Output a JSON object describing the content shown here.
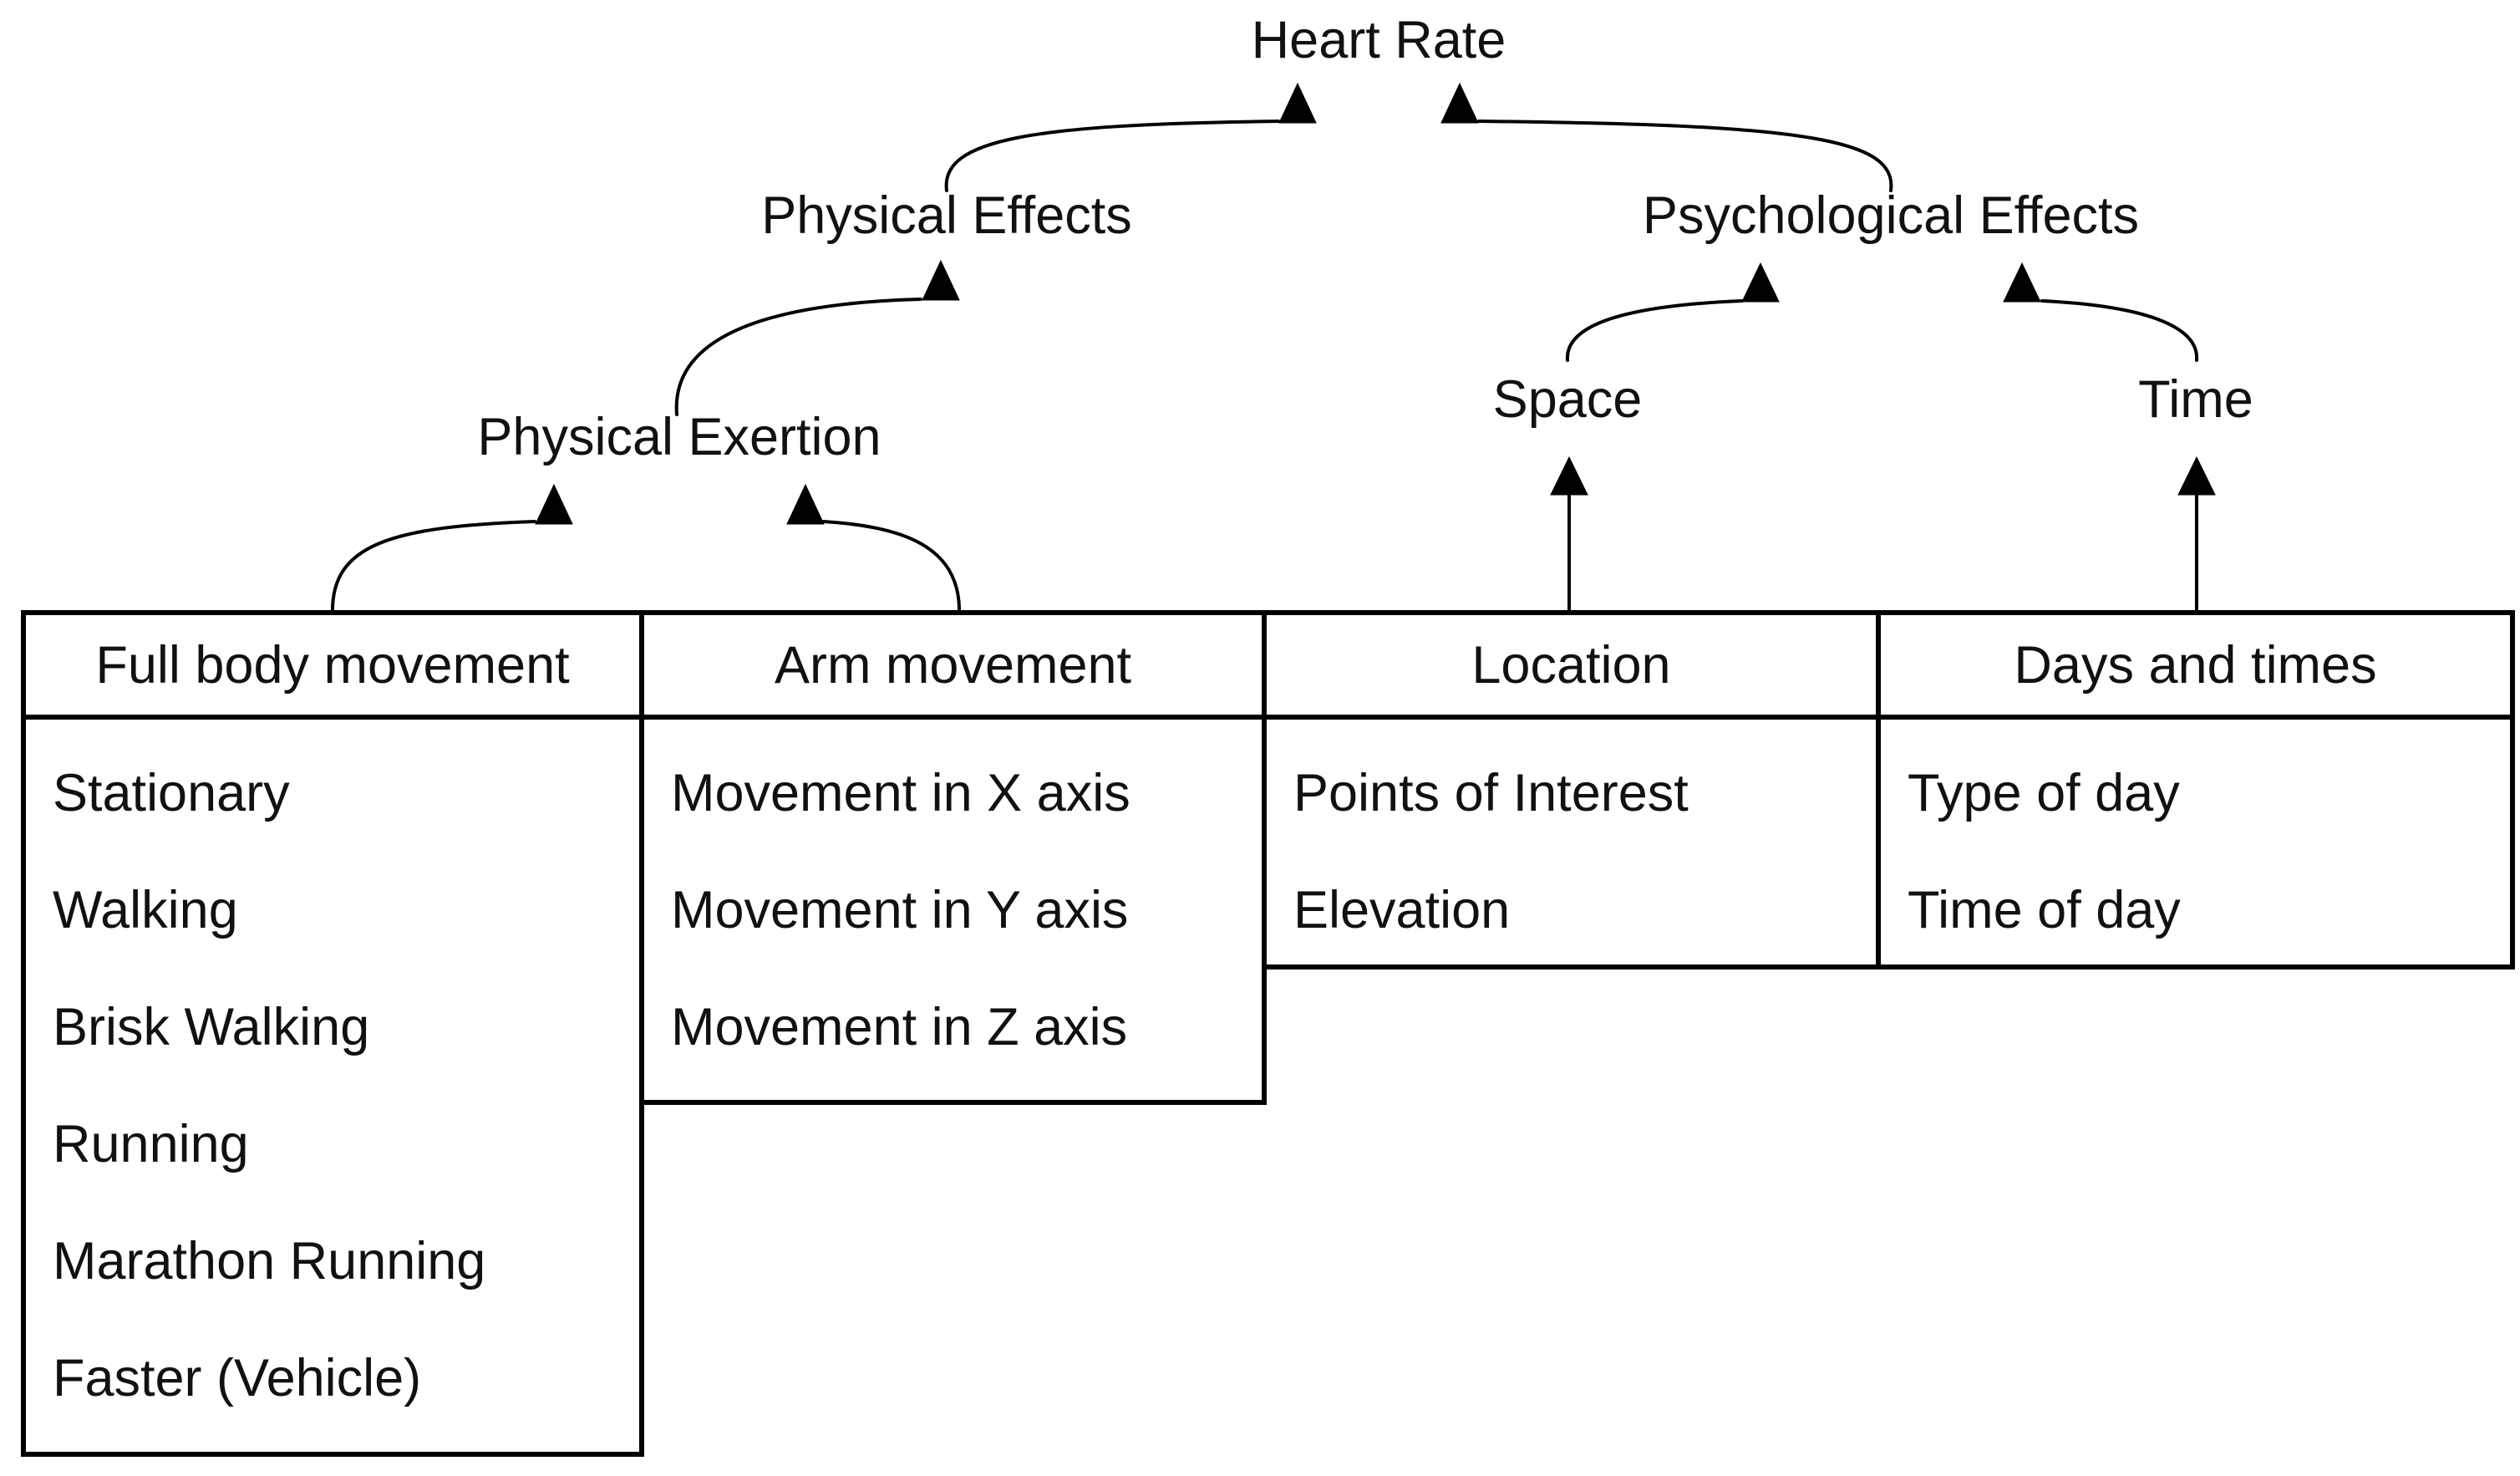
{
  "diagram": {
    "nodes": {
      "heart_rate": "Heart Rate",
      "physical_effects": "Physical Effects",
      "psychological_effects": "Psychological Effects",
      "physical_exertion": "Physical Exertion",
      "space": "Space",
      "time": "Time"
    },
    "tables": [
      {
        "header": "Full body movement",
        "items": [
          "Stationary",
          "Walking",
          "Brisk Walking",
          "Running",
          "Marathon Running",
          "Faster (Vehicle)"
        ]
      },
      {
        "header": "Arm movement",
        "items": [
          "Movement in X axis",
          "Movement in Y axis",
          "Movement in Z axis"
        ]
      },
      {
        "header": "Location",
        "items": [
          "Points of Interest",
          "Elevation"
        ]
      },
      {
        "header": "Days and times",
        "items": [
          "Type of day",
          "Time of day"
        ]
      }
    ],
    "colors": {
      "line": "#000000",
      "text": "#111111",
      "background": "#ffffff"
    }
  }
}
